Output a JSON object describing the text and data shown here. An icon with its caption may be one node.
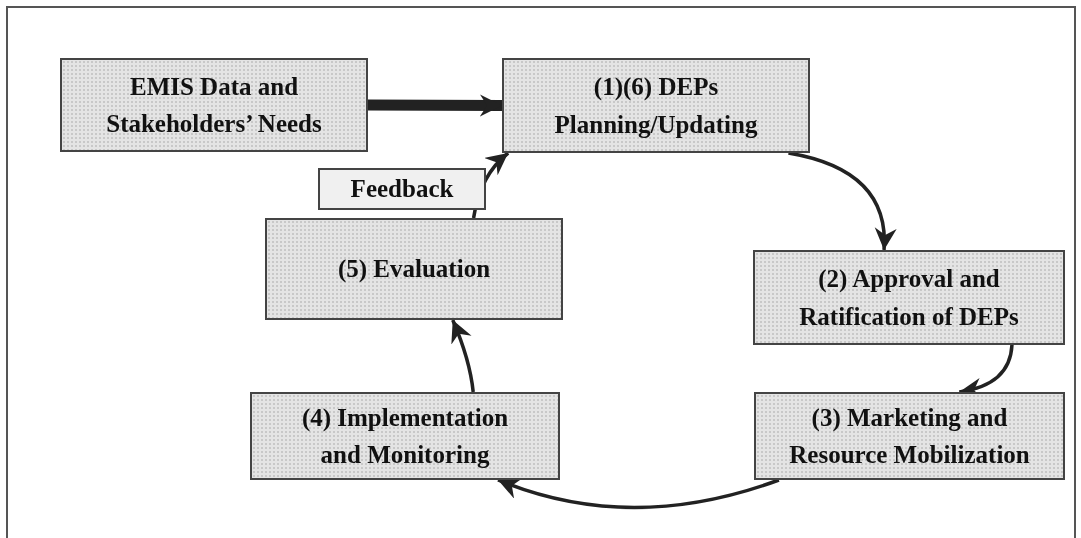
{
  "diagram": {
    "nodes": [
      {
        "text": [
          "EMIS Data and Stakeholders’ Needs"
        ]
      },
      {
        "text": [
          "(1)(6) DEPs Planning/Updating"
        ]
      },
      {
        "text": [
          "(5) Evaluation"
        ]
      },
      {
        "text": [
          "(2) Approval and Ratification of DEPs"
        ]
      },
      {
        "text": [
          "(4) Implementation and Monitoring"
        ]
      },
      {
        "text": [
          "(3) Marketing and Resource Mobilization"
        ]
      }
    ],
    "edges": [
      {
        "from": 0,
        "to": 1,
        "arrow": "to",
        "style": "thick"
      },
      {
        "from": 1,
        "to": 3,
        "arrow": "to"
      },
      {
        "from": 3,
        "to": 5,
        "arrow": "to"
      },
      {
        "from": 5,
        "to": 4,
        "arrow": "to"
      },
      {
        "from": 4,
        "to": 2,
        "arrow": "to"
      },
      {
        "from": 2,
        "to": 1,
        "arrow": "to",
        "label": "Feedback"
      }
    ]
  }
}
